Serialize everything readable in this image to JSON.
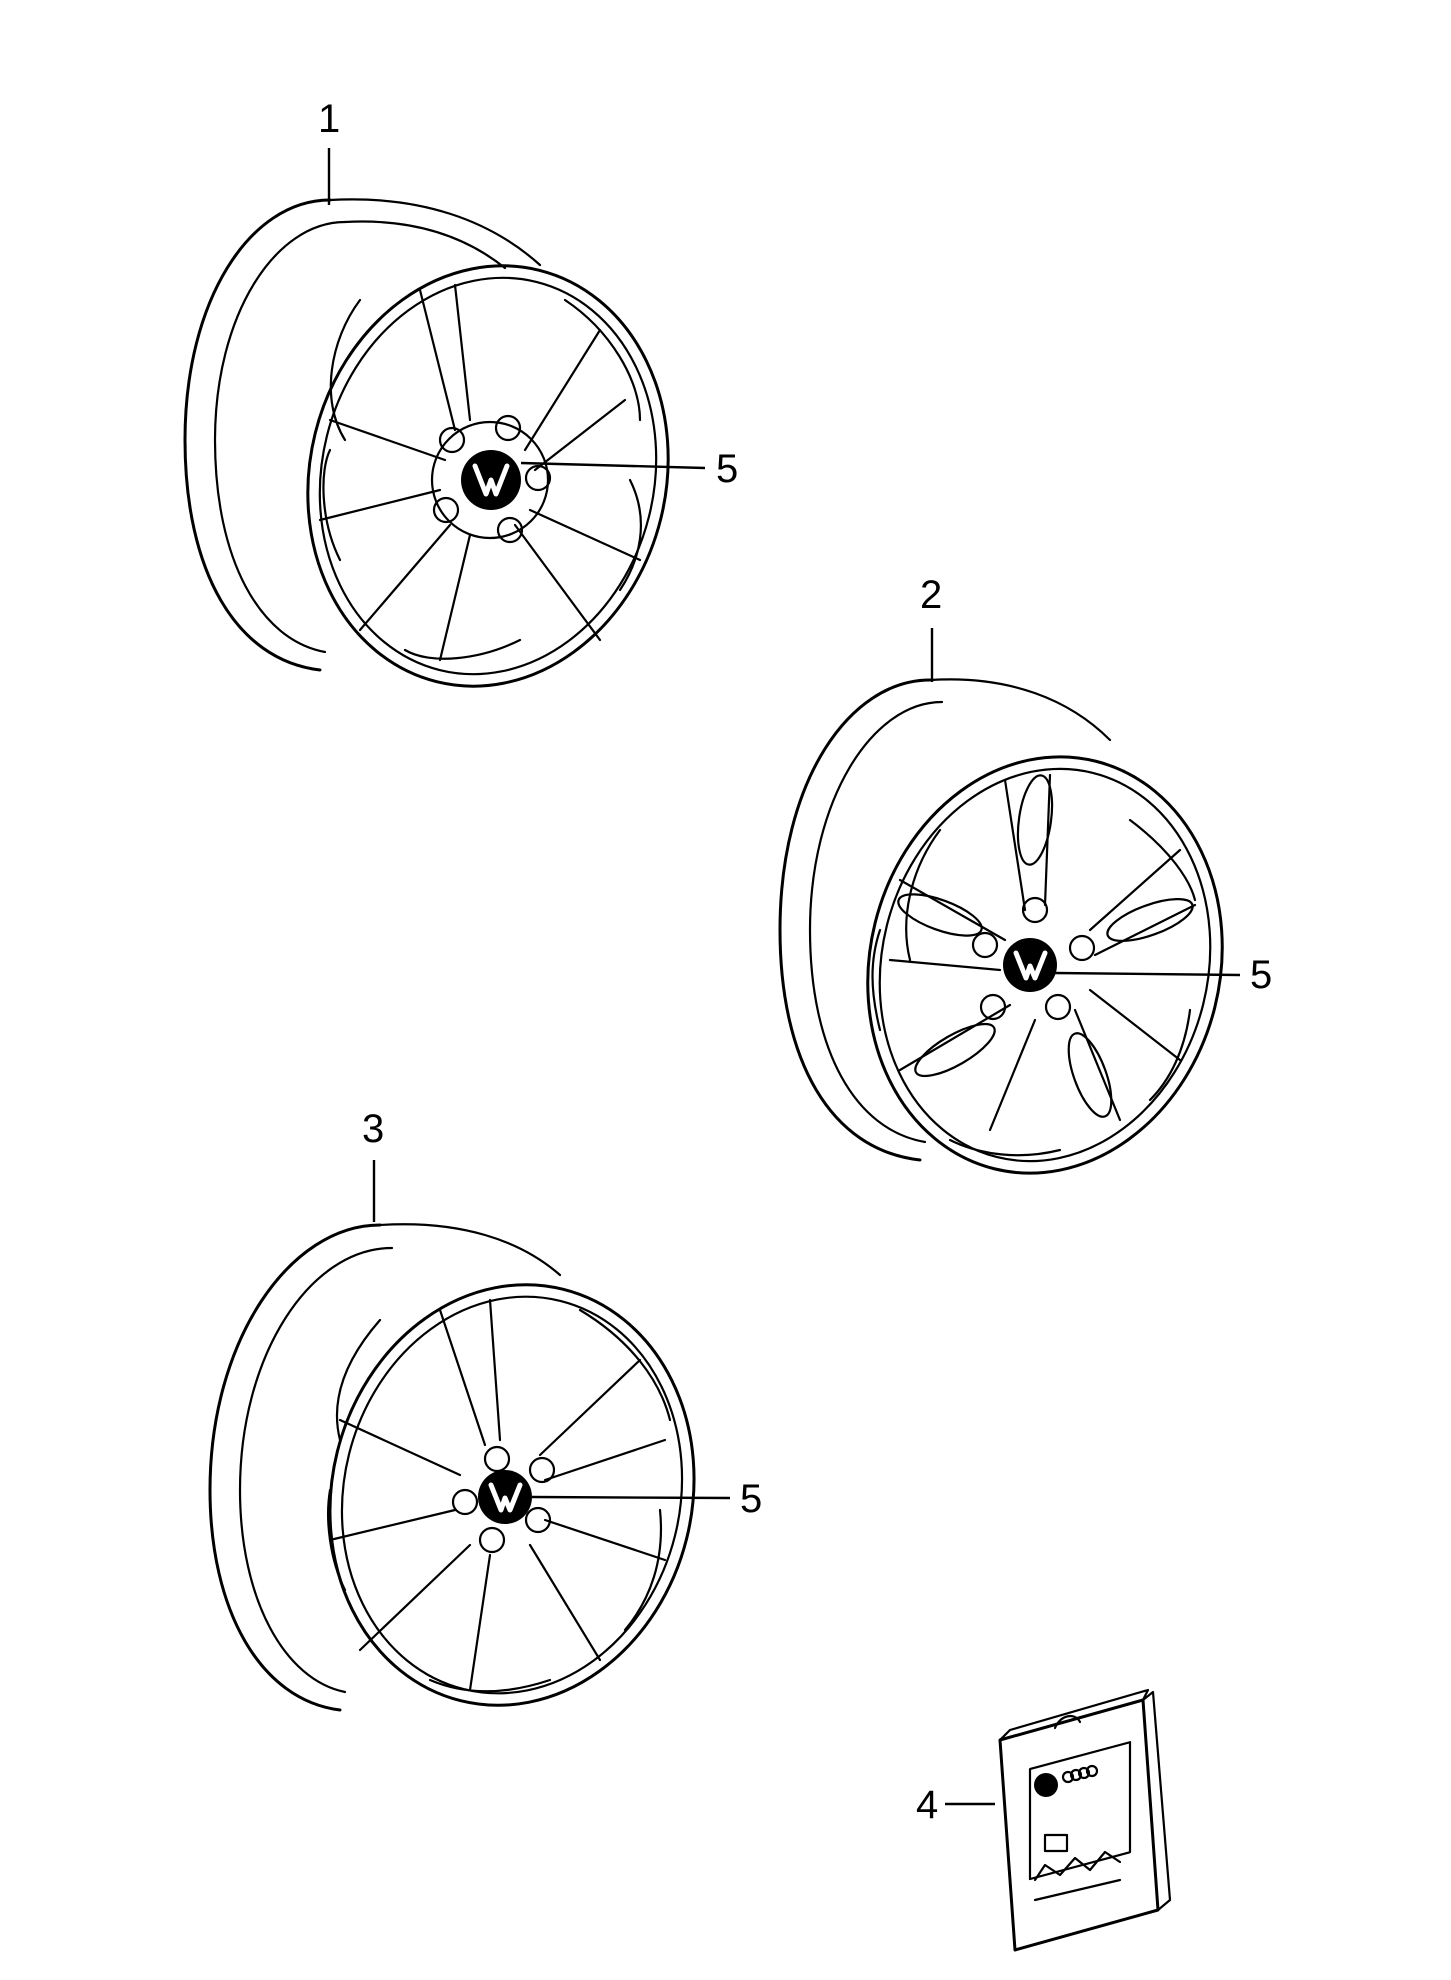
{
  "callouts": {
    "wheel_1": "1",
    "wheel_2": "2",
    "wheel_3": "3",
    "package": "4",
    "cap_on_wheel_1": "5",
    "cap_on_wheel_2": "5",
    "cap_on_wheel_3": "5"
  },
  "package_brand": "audi-rings-logo",
  "cap_logo": "vw-logo"
}
